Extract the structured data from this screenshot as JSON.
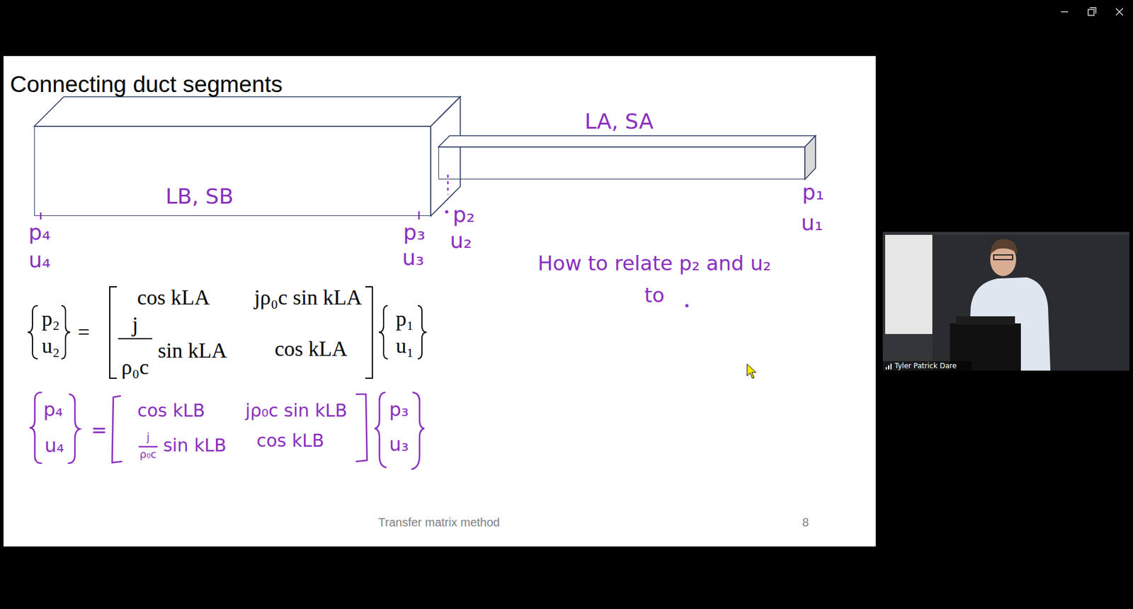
{
  "diagram": {
    "title": "Connecting duct segments",
    "nodes": [
      {
        "text": [
          "LB, SB"
        ]
      },
      {
        "text": [
          "LA, SA"
        ]
      }
    ],
    "labels": [
      "p₄",
      "u₄",
      "p₃",
      "u₃",
      "p₂",
      "u₂",
      "p₁",
      "u₁",
      "How to relate p₂ and u₂ to",
      "p₂",
      "u₂",
      "=",
      "cos kLA",
      "jρ₀c sin kLA",
      "j",
      "ρ₀c",
      "sin kLA",
      "cos kLA",
      "p₁",
      "u₁",
      "p₄",
      "u₄",
      "=",
      "cos kLB",
      "jρ₀c sin kLB",
      "j",
      "ρ₀c",
      "sin kLB",
      "cos kLB",
      "p₃",
      "u₃",
      "Transfer matrix method",
      "8",
      "Tyler Patrick Dare"
    ]
  }
}
